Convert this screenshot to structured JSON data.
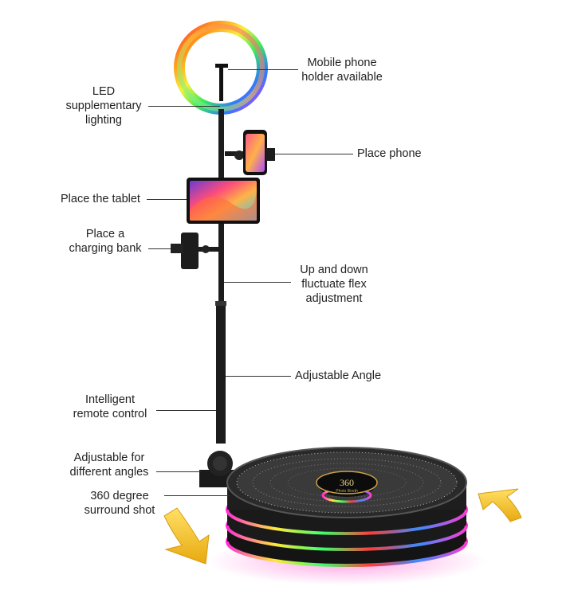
{
  "callouts": {
    "mobile_holder": [
      "Mobile phone",
      "holder available"
    ],
    "led": [
      "LED",
      "supplementary",
      "lighting"
    ],
    "place_phone": [
      "Place phone"
    ],
    "place_tablet": [
      "Place the tablet"
    ],
    "charging_bank": [
      "Place a",
      "charging bank"
    ],
    "flex": [
      "Up and down",
      "fluctuate flex",
      "adjustment"
    ],
    "angle": [
      "Adjustable Angle"
    ],
    "remote": [
      "Intelligent",
      "remote control"
    ],
    "different_angles": [
      "Adjustable for",
      "different angles"
    ],
    "surround": [
      "360 degree",
      "surround shot"
    ]
  },
  "platform_badge": {
    "big": "360",
    "small": "Photo Booth"
  },
  "colors": {
    "arrow": "#f2c530",
    "pole": "#1c1c1c",
    "leader_line": "#333333"
  }
}
